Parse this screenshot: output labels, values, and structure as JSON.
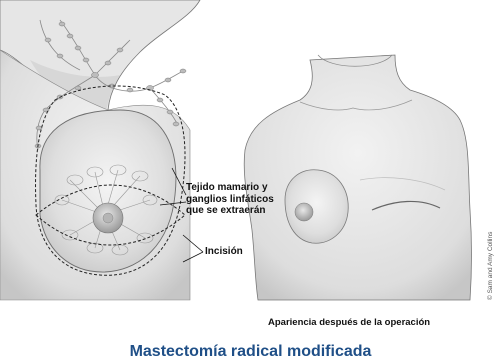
{
  "labels": {
    "tissue_line1": "Tejido mamario y",
    "tissue_line2": "ganglios linfáticos",
    "tissue_line3": "que se extraerán",
    "incision": "Incisión",
    "after_operation": "Apariencia después de la operación"
  },
  "title": "Mastectomía radical modificada",
  "credit": "© Sam and Amy Collins",
  "colors": {
    "title": "#1f4f87",
    "skin_shade": "#d9d9d9",
    "outline": "#555555"
  }
}
